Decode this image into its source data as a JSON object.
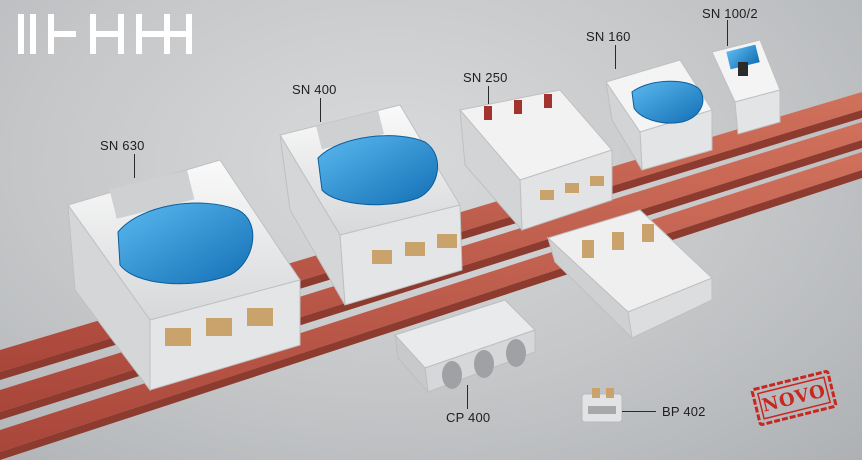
{
  "products": {
    "sn630": "SN 630",
    "sn400": "SN 400",
    "sn250": "SN 250",
    "sn160": "SN 160",
    "sn100_2": "SN 100/2",
    "cp400": "CP 400",
    "bp402": "BP 402"
  },
  "stamp": {
    "text": "NOVO",
    "color": "#c8261f"
  },
  "colors": {
    "busbar": "#b9523f",
    "fuse_cover": "#1e8fd8",
    "housing": "#eeeeee"
  }
}
